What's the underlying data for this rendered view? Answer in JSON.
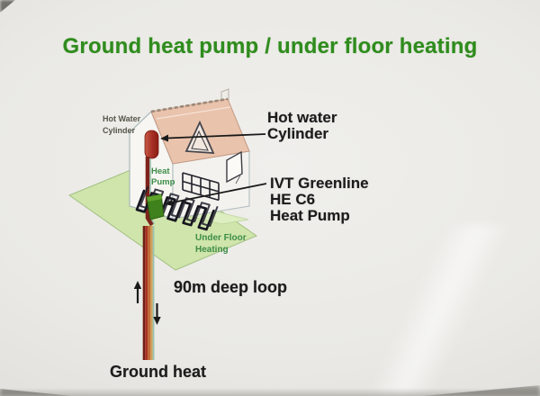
{
  "title": "Ground heat pump / under floor heating",
  "colors": {
    "title_green": "#2f8c1d",
    "label_black": "#1b1b1b",
    "roof_salmon": "#eac3ac",
    "ground_green": "#cfe5ab",
    "floor_green": "#ddeec1",
    "pump_box_green": "#3f811c",
    "cylinder_red": "#a52e24",
    "coil_dark": "#15151f",
    "pipe_red": "#7e231b",
    "pipe_gold": "#cfa05a",
    "pipe_teal": "#9cc2b2"
  },
  "diagram": {
    "house_labels": {
      "hot_water_cylinder_small": {
        "line1": "Hot Water",
        "line2": "Cylinder"
      },
      "heat_pump_small": {
        "line1": "Heat",
        "line2": "Pump"
      },
      "under_floor_small": {
        "line1": "Under Floor",
        "line2": "Heating"
      }
    },
    "callouts": {
      "hot_water": {
        "line1": "Hot water",
        "line2": "Cylinder"
      },
      "ivt": {
        "line1": "IVT Greenline",
        "line2": "HE C6",
        "line3": "Heat Pump"
      }
    },
    "deep_loop_label": "90m deep loop",
    "ground_heat_label": "Ground heat"
  }
}
